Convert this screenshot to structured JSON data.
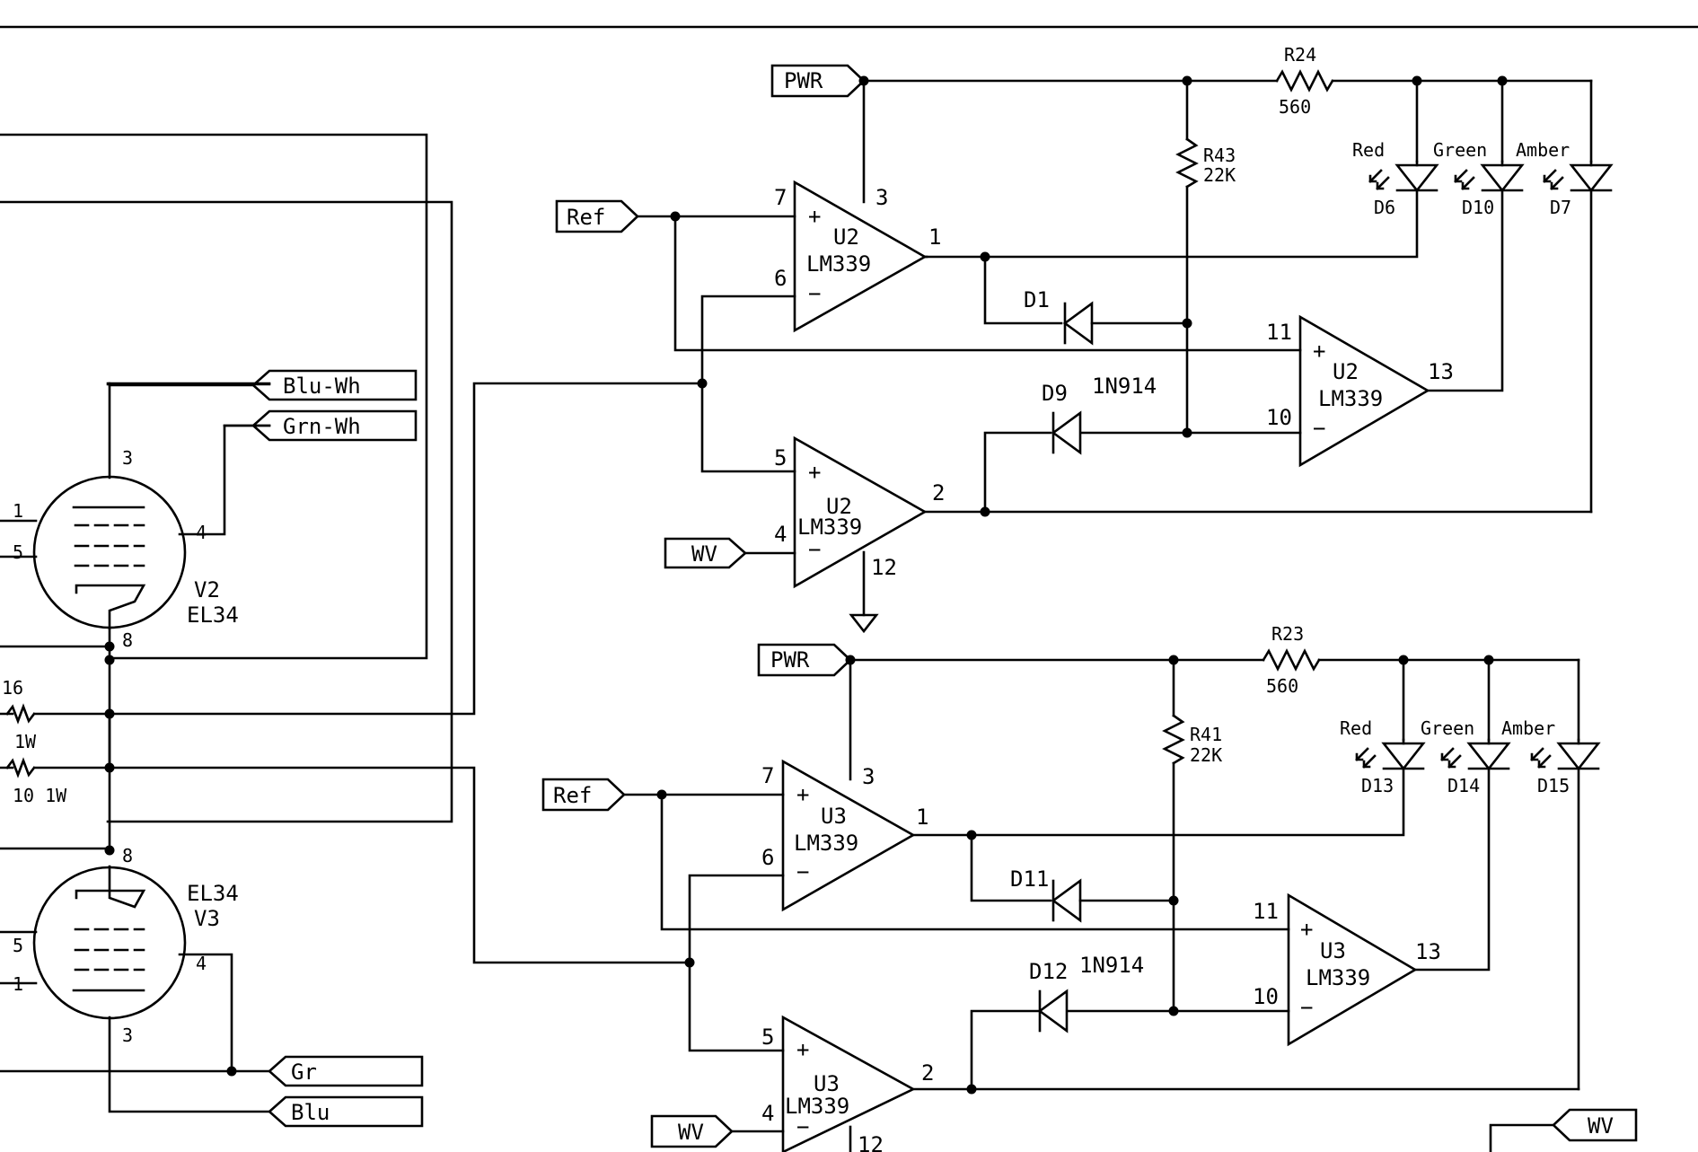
{
  "tubes": {
    "v2": {
      "ref": "V2",
      "type": "EL34",
      "pins": [
        "3",
        "1",
        "5",
        "4",
        "8"
      ]
    },
    "v3": {
      "ref": "V3",
      "type": "EL34",
      "pins": [
        "8",
        "5",
        "1",
        "4",
        "3"
      ]
    }
  },
  "resistors": {
    "r24": {
      "ref": "R24",
      "value": "560"
    },
    "r43": {
      "ref": "R43",
      "value": "22K"
    },
    "r23": {
      "ref": "R23",
      "value": "560"
    },
    "r41": {
      "ref": "R41",
      "value": "22K"
    },
    "left_upper": {
      "ref": "16",
      "value": "1W"
    },
    "left_lower": {
      "value": "10 1W"
    }
  },
  "connectors": {
    "blu_wh": "Blu-Wh",
    "grn_wh": "Grn-Wh",
    "gr": "Gr",
    "blu": "Blu",
    "pwr_top": "PWR",
    "ref_top": "Ref",
    "wv_top": "WV",
    "pwr_bottom": "PWR",
    "ref_bottom": "Ref",
    "wv_bottom": "WV",
    "wv_right": "WV"
  },
  "comparators": {
    "u2a": {
      "ref": "U2",
      "part": "LM339",
      "plus_sign": "+",
      "minus_sign": "−",
      "pins": [
        "7",
        "6",
        "3",
        "1"
      ]
    },
    "u2b": {
      "ref": "U2",
      "part": "LM339",
      "plus_sign": "+",
      "minus_sign": "−",
      "pins": [
        "11",
        "10",
        "13"
      ]
    },
    "u2c": {
      "ref": "U2",
      "part": "LM339",
      "plus_sign": "+",
      "minus_sign": "−",
      "pins": [
        "5",
        "4",
        "2",
        "12"
      ]
    },
    "u3a": {
      "ref": "U3",
      "part": "LM339",
      "plus_sign": "+",
      "minus_sign": "−",
      "pins": [
        "7",
        "6",
        "3",
        "1"
      ]
    },
    "u3b": {
      "ref": "U3",
      "part": "LM339",
      "plus_sign": "+",
      "minus_sign": "−",
      "pins": [
        "11",
        "10",
        "13"
      ]
    },
    "u3c": {
      "ref": "U3",
      "part": "LM339",
      "plus_sign": "+",
      "minus_sign": "−",
      "pins": [
        "5",
        "4",
        "2",
        "12"
      ]
    }
  },
  "diodes": {
    "d1": {
      "ref": "D1"
    },
    "d9": {
      "ref": "D9",
      "part": "1N914"
    },
    "d11": {
      "ref": "D11"
    },
    "d12": {
      "ref": "D12",
      "part": "1N914"
    }
  },
  "leds": {
    "d6": {
      "ref": "D6",
      "color_label": "Red"
    },
    "d10": {
      "ref": "D10",
      "color_label": "Green"
    },
    "d7": {
      "ref": "D7",
      "color_label": "Amber"
    },
    "d13": {
      "ref": "D13",
      "color_label": "Red"
    },
    "d14": {
      "ref": "D14",
      "color_label": "Green"
    },
    "d15": {
      "ref": "D15",
      "color_label": "Amber"
    }
  }
}
